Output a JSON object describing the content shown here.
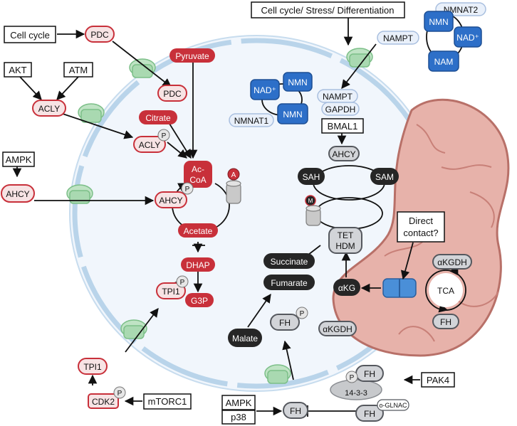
{
  "boxes": {
    "cell_cycle": "Cell cycle",
    "akt": "AKT",
    "atm": "ATM",
    "ampk_left": "AMPK",
    "stress": "Cell cycle/ Stress/ Differentiation",
    "bmal1": "BMAL1",
    "direct_contact_1": "Direct",
    "direct_contact_2": "contact?",
    "mtorc1": "mTORC1",
    "ampk_bottom": "AMPK",
    "p38": "p38",
    "pak4": "PAK4"
  },
  "red_pills": {
    "pdc_top": "PDC",
    "pdc": "PDC",
    "acly_out": "ACLY",
    "acly_in": "ACLY",
    "ahcy_out": "AHCY",
    "ahcy_in": "AHCY",
    "pyruvate": "Pyruvate",
    "citrate": "Citrate",
    "acoa_1": "Ac-",
    "acoa_2": "CoA",
    "acetate": "Acetate",
    "dhap": "DHAP",
    "tpi1_in": "TPI1",
    "g3p": "G3P",
    "tpi1_out": "TPI1",
    "cdk2": "CDK2"
  },
  "nad": {
    "nmnat2": "NMNAT2",
    "nmn_tr": "NMN",
    "nad_tr": "NAD⁺",
    "nam": "NAM",
    "nampt_out": "NAMPT",
    "nampt_in": "NAMPT",
    "gapdh": "GAPDH",
    "nad_in": "NAD⁺",
    "nmn_in1": "NMN",
    "nmn_in2": "NMN",
    "nmnat1": "NMNAT1"
  },
  "methyl": {
    "ahcy": "AHCY",
    "sah": "SAH",
    "sam": "SAM",
    "tet_1": "TET",
    "tet_2": "HDM",
    "succinate": "Succinate",
    "fumarate": "Fumarate",
    "akg": "αKG",
    "akgdh_in": "αKGDH",
    "malate": "Malate",
    "fh_in": "FH"
  },
  "mito": {
    "akgdh": "αKGDH",
    "tca": "TCA",
    "fh": "FH"
  },
  "bottom": {
    "fh_1433": "FH",
    "p1433": "14-3-3",
    "fh_glc": "FH",
    "oglcnac": "o-GLNAC",
    "fh_main": "FH"
  },
  "badges": {
    "p": "P",
    "a": "A",
    "m": "M"
  },
  "colors": {
    "red_fill": "#c8303a",
    "red_light": "#f7e3e4",
    "blue_fill": "#2d6fc8",
    "blue_light": "#e9f0fa",
    "dark_fill": "#262626",
    "grey_fill": "#d2d4d8",
    "nucleus": "#f1f6fc",
    "envelope": "#b9d4ea",
    "mito_fill": "#e7b2aa",
    "mito_stroke": "#b87068"
  }
}
